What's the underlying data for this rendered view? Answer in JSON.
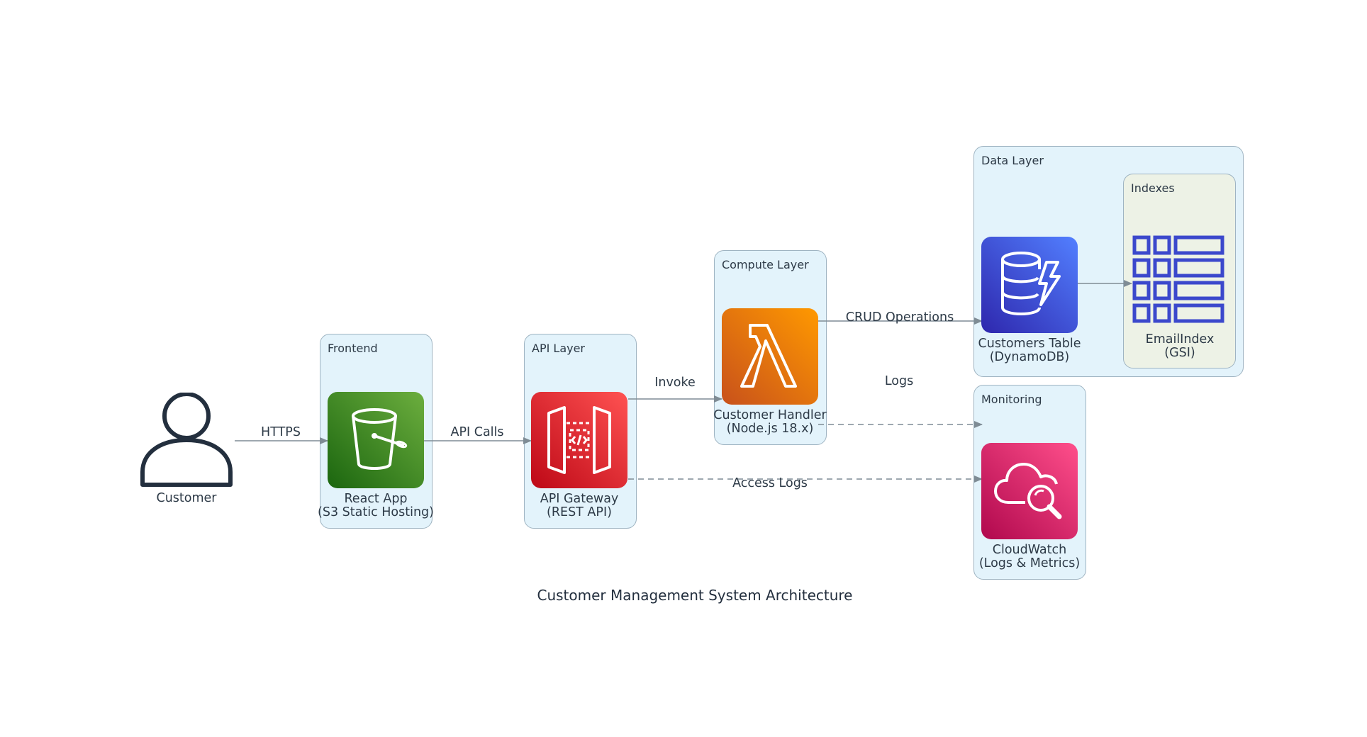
{
  "title": "Customer Management System Architecture",
  "colors": {
    "cluster_bg": "#e3f3fb",
    "index_cluster_bg": "#edf2e6",
    "s3_green": "#3f8624",
    "api_gateway_red": "#dd344c",
    "lambda_orange": "#ed7100",
    "dynamodb_blue": "#3b48cc",
    "cloudwatch_pink": "#e7157b",
    "edge_gray": "#7f8c95"
  },
  "clusters": {
    "frontend": "Frontend",
    "api_layer": "API Layer",
    "compute_layer": "Compute Layer",
    "data_layer": "Data Layer",
    "indexes": "Indexes",
    "monitoring": "Monitoring"
  },
  "nodes": {
    "customer": {
      "label": "Customer",
      "icon": "user-icon"
    },
    "react_app": {
      "line1": "React App",
      "line2": "(S3 Static Hosting)",
      "icon": "s3-bucket-icon"
    },
    "api_gateway": {
      "line1": "API Gateway",
      "line2": "(REST API)",
      "icon": "api-gateway-icon"
    },
    "customer_handler": {
      "line1": "Customer Handler",
      "line2": "(Node.js 18.x)",
      "icon": "lambda-icon"
    },
    "customers_table": {
      "line1": "Customers Table",
      "line2": "(DynamoDB)",
      "icon": "dynamodb-icon"
    },
    "email_index": {
      "line1": "EmailIndex",
      "line2": "(GSI)",
      "icon": "table-index-icon"
    },
    "cloudwatch": {
      "line1": "CloudWatch",
      "line2": "(Logs & Metrics)",
      "icon": "cloudwatch-icon"
    }
  },
  "edges": {
    "https": "HTTPS",
    "api_calls": "API Calls",
    "invoke": "Invoke",
    "crud": "CRUD Operations",
    "logs": "Logs",
    "access_logs": "Access Logs"
  }
}
